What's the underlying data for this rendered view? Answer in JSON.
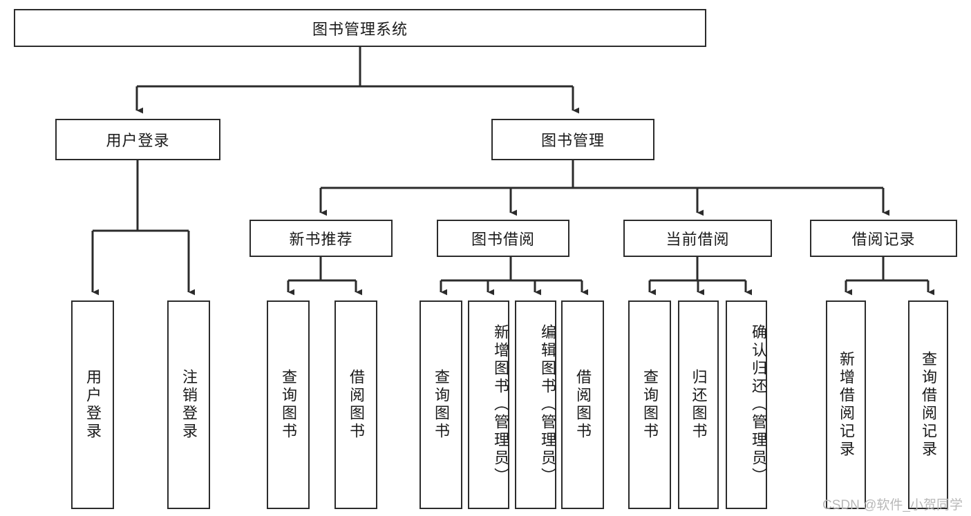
{
  "diagram": {
    "type": "tree-hierarchy-chart",
    "title": "图书管理系统",
    "watermark": "CSDN @软件_小贺同学",
    "colors": {
      "stroke": "#2b2b2b",
      "fill": "#ffffff",
      "text": "#1a1a1a",
      "watermark": "#b8b8b8"
    },
    "nodes": {
      "root": {
        "label": "图书管理系统"
      },
      "level1": [
        {
          "id": "user-login",
          "label": "用户登录"
        },
        {
          "id": "book-management",
          "label": "图书管理"
        }
      ],
      "level2": [
        {
          "id": "new-book-recommend",
          "label": "新书推荐"
        },
        {
          "id": "book-borrow",
          "label": "图书借阅"
        },
        {
          "id": "current-borrow",
          "label": "当前借阅"
        },
        {
          "id": "borrow-record",
          "label": "借阅记录"
        }
      ],
      "leaves": {
        "user-login": [
          {
            "id": "leaf-user-login",
            "label": "用户登录"
          },
          {
            "id": "leaf-logout-login",
            "label": "注销登录"
          }
        ],
        "new-book-recommend": [
          {
            "id": "leaf-query-book-1",
            "label": "查询图书"
          },
          {
            "id": "leaf-borrow-book-1",
            "label": "借阅图书"
          }
        ],
        "book-borrow": [
          {
            "id": "leaf-query-book-2",
            "label": "查询图书"
          },
          {
            "id": "leaf-add-book-admin",
            "label": "新增图书（管理员）"
          },
          {
            "id": "leaf-edit-book-admin",
            "label": "编辑图书（管理员）"
          },
          {
            "id": "leaf-borrow-book-2",
            "label": "借阅图书"
          }
        ],
        "current-borrow": [
          {
            "id": "leaf-query-book-3",
            "label": "查询图书"
          },
          {
            "id": "leaf-return-book",
            "label": "归还图书"
          },
          {
            "id": "leaf-confirm-return-admin",
            "label": "确认归还（管理员）"
          }
        ],
        "borrow-record": [
          {
            "id": "leaf-add-borrow-record",
            "label": "新增借阅记录"
          },
          {
            "id": "leaf-query-borrow-record",
            "label": "查询借阅记录"
          }
        ]
      }
    }
  }
}
